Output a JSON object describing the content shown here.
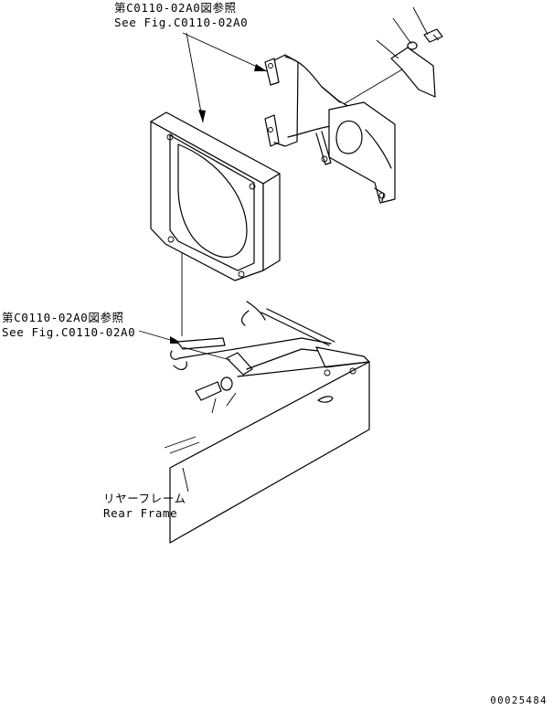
{
  "references": {
    "top": {
      "jp": "第C0110-02A0図参照",
      "en": "See Fig.C0110-02A0"
    },
    "left": {
      "jp": "第C0110-02A0図参照",
      "en": "See Fig.C0110-02A0"
    }
  },
  "rear_frame": {
    "jp": "リヤーフレーム",
    "en": "Rear Frame"
  },
  "figure_id": "00025484"
}
